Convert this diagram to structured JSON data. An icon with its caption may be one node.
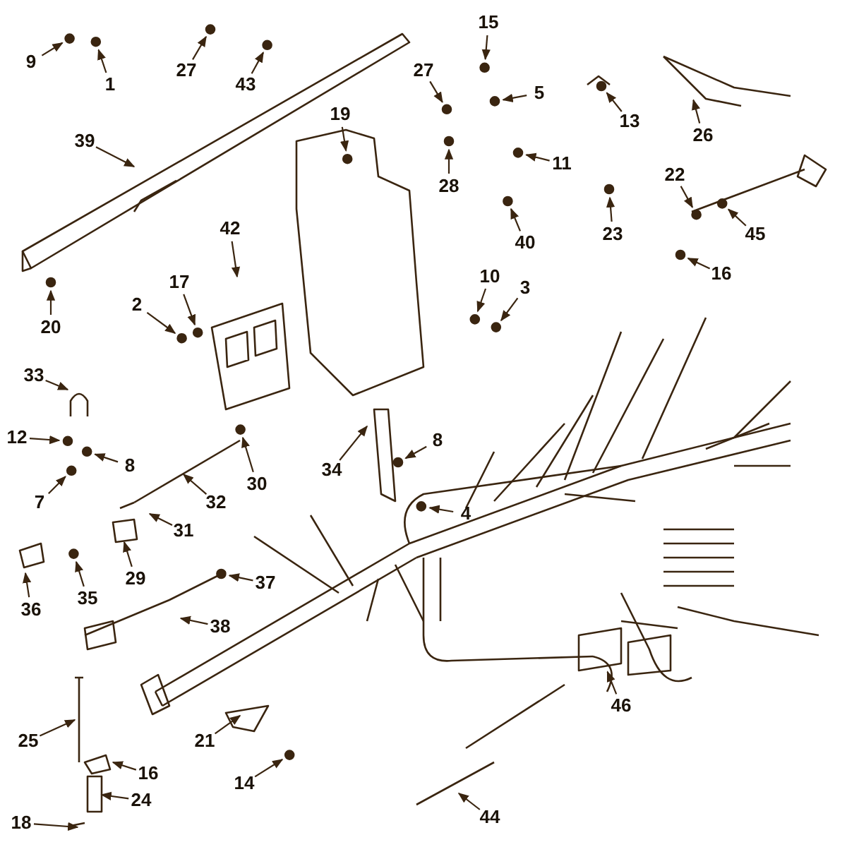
{
  "diagram": {
    "nodes": [
      {
        "text": [
          "9"
        ]
      },
      {
        "text": [
          "1"
        ]
      },
      {
        "text": [
          "27"
        ]
      },
      {
        "text": [
          "43"
        ]
      },
      {
        "text": [
          "15"
        ]
      },
      {
        "text": [
          "13"
        ]
      },
      {
        "text": [
          "26"
        ]
      },
      {
        "text": [
          "39"
        ]
      },
      {
        "text": [
          "19"
        ]
      },
      {
        "text": [
          "27"
        ]
      },
      {
        "text": [
          "5"
        ]
      },
      {
        "text": [
          "11"
        ]
      },
      {
        "text": [
          "28"
        ]
      },
      {
        "text": [
          "40"
        ]
      },
      {
        "text": [
          "23"
        ]
      },
      {
        "text": [
          "22"
        ]
      },
      {
        "text": [
          "45"
        ]
      },
      {
        "text": [
          "16"
        ]
      },
      {
        "text": [
          "42"
        ]
      },
      {
        "text": [
          "10"
        ]
      },
      {
        "text": [
          "3"
        ]
      },
      {
        "text": [
          "17"
        ]
      },
      {
        "text": [
          "2"
        ]
      },
      {
        "text": [
          "20"
        ]
      },
      {
        "text": [
          "33"
        ]
      },
      {
        "text": [
          "12"
        ]
      },
      {
        "text": [
          "8"
        ]
      },
      {
        "text": [
          "7"
        ]
      },
      {
        "text": [
          "30"
        ]
      },
      {
        "text": [
          "32"
        ]
      },
      {
        "text": [
          "34"
        ]
      },
      {
        "text": [
          "8"
        ]
      },
      {
        "text": [
          "4"
        ]
      },
      {
        "text": [
          "31"
        ]
      },
      {
        "text": [
          "29"
        ]
      },
      {
        "text": [
          "36"
        ]
      },
      {
        "text": [
          "35"
        ]
      },
      {
        "text": [
          "37"
        ]
      },
      {
        "text": [
          "38"
        ]
      },
      {
        "text": [
          "25"
        ]
      },
      {
        "text": [
          "21"
        ]
      },
      {
        "text": [
          "46"
        ]
      },
      {
        "text": [
          "16"
        ]
      },
      {
        "text": [
          "24"
        ]
      },
      {
        "text": [
          "14"
        ]
      },
      {
        "text": [
          "44"
        ]
      },
      {
        "text": [
          "18"
        ]
      }
    ],
    "edges": [
      {
        "from": 0,
        "to": null,
        "arrow": "to"
      },
      {
        "from": 1,
        "to": null,
        "arrow": "to"
      },
      {
        "from": 2,
        "to": null,
        "arrow": "to"
      },
      {
        "from": 3,
        "to": null,
        "arrow": "to"
      },
      {
        "from": 4,
        "to": null,
        "arrow": "to"
      },
      {
        "from": 5,
        "to": null,
        "arrow": "to"
      },
      {
        "from": 6,
        "to": null,
        "arrow": "to"
      },
      {
        "from": 7,
        "to": null,
        "arrow": "to"
      },
      {
        "from": 8,
        "to": null,
        "arrow": "to"
      },
      {
        "from": 9,
        "to": null,
        "arrow": "to"
      },
      {
        "from": 10,
        "to": null,
        "arrow": "to"
      },
      {
        "from": 11,
        "to": null,
        "arrow": "to"
      },
      {
        "from": 12,
        "to": null,
        "arrow": "to"
      },
      {
        "from": 13,
        "to": null,
        "arrow": "to"
      },
      {
        "from": 14,
        "to": null,
        "arrow": "to"
      },
      {
        "from": 15,
        "to": null,
        "arrow": "to"
      },
      {
        "from": 16,
        "to": null,
        "arrow": "to"
      },
      {
        "from": 17,
        "to": null,
        "arrow": "to"
      },
      {
        "from": 18,
        "to": null,
        "arrow": "to"
      },
      {
        "from": 19,
        "to": null,
        "arrow": "to"
      },
      {
        "from": 20,
        "to": null,
        "arrow": "to"
      },
      {
        "from": 21,
        "to": null,
        "arrow": "to"
      },
      {
        "from": 22,
        "to": null,
        "arrow": "to"
      },
      {
        "from": 23,
        "to": null,
        "arrow": "to"
      },
      {
        "from": 24,
        "to": null,
        "arrow": "to"
      },
      {
        "from": 25,
        "to": null,
        "arrow": "to"
      },
      {
        "from": 26,
        "to": null,
        "arrow": "to"
      },
      {
        "from": 27,
        "to": null,
        "arrow": "to"
      },
      {
        "from": 28,
        "to": null,
        "arrow": "to"
      },
      {
        "from": 29,
        "to": null,
        "arrow": "to"
      },
      {
        "from": 30,
        "to": null,
        "arrow": "to"
      },
      {
        "from": 31,
        "to": null,
        "arrow": "to"
      },
      {
        "from": 32,
        "to": null,
        "arrow": "to"
      },
      {
        "from": 33,
        "to": null,
        "arrow": "to"
      },
      {
        "from": 34,
        "to": null,
        "arrow": "to"
      },
      {
        "from": 35,
        "to": null,
        "arrow": "to"
      },
      {
        "from": 36,
        "to": null,
        "arrow": "to"
      },
      {
        "from": 37,
        "to": null,
        "arrow": "to"
      },
      {
        "from": 38,
        "to": null,
        "arrow": "to"
      },
      {
        "from": 39,
        "to": null,
        "arrow": "to"
      },
      {
        "from": 40,
        "to": null,
        "arrow": "to"
      },
      {
        "from": 41,
        "to": null,
        "arrow": "to"
      },
      {
        "from": 42,
        "to": null,
        "arrow": "to"
      },
      {
        "from": 43,
        "to": null,
        "arrow": "to"
      },
      {
        "from": 44,
        "to": null,
        "arrow": "to"
      },
      {
        "from": 45,
        "to": null,
        "arrow": "to"
      },
      {
        "from": 46,
        "to": null,
        "arrow": "to"
      }
    ]
  }
}
